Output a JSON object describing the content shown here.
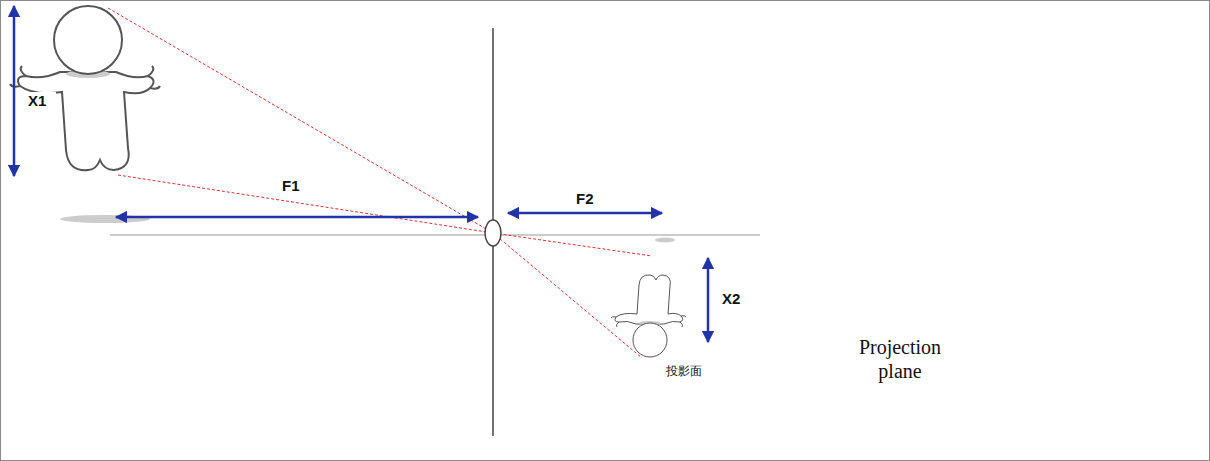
{
  "diagram": {
    "labels": [
      "X1",
      "F1",
      "F2",
      "X2",
      "投影面",
      "Projection plane"
    ]
  }
}
